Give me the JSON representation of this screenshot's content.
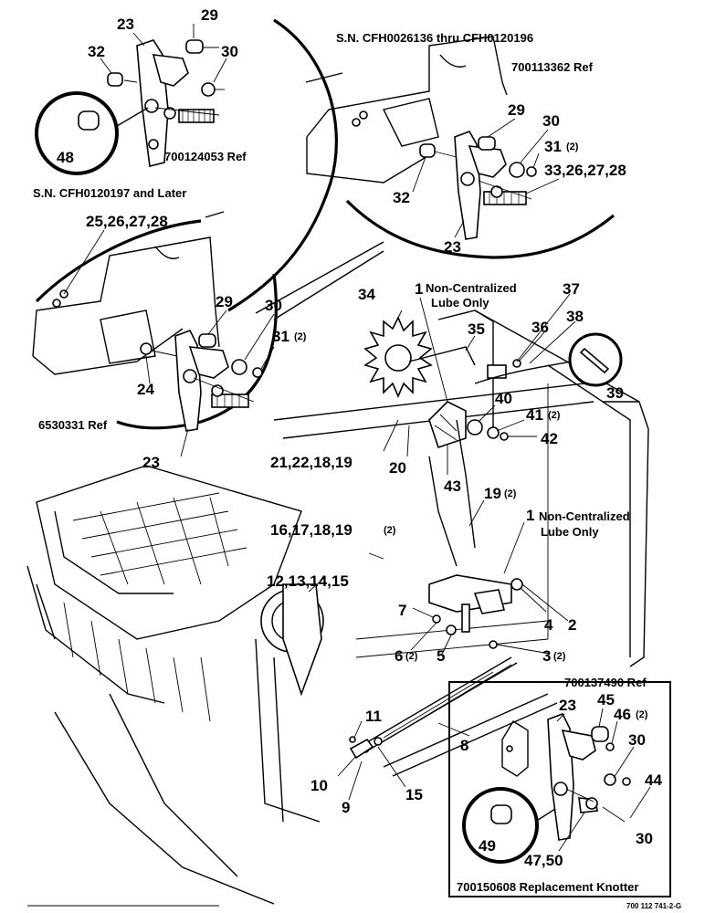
{
  "figure_id": "700 112 741-2-G",
  "notes": {
    "sn_range_top": "S.N. CFH0026136 thru CFH0120196",
    "sn_later": "S.N. CFH0120197 and Later",
    "ref_700113362": "700113362 Ref",
    "ref_700124053": "700124053 Ref",
    "ref_6530331": "6530331 Ref",
    "ref_700137490": "700137490 Ref",
    "replacement_knotter": "700150608 Replacement Knotter",
    "non_centralized_1a": "Non-Centralized",
    "non_centralized_1b": "Lube Only",
    "non_centralized_2a": "Non-Centralized",
    "non_centralized_2b": "Lube Only"
  },
  "callouts": {
    "c23_top": "23",
    "c29_top": "29",
    "c32_top": "32",
    "c30_top": "30",
    "c48": "48",
    "c29_r": "29",
    "c30_r": "30",
    "c31_r": "31",
    "c31_r_q": "(2)",
    "c33group": "33,26,27,28",
    "c32_r": "32",
    "c23_r": "23",
    "c25group": "25,26,27,28",
    "c29_l": "29",
    "c30_l": "30",
    "c31_l": "31",
    "c31_l_q": "(2)",
    "c24": "24",
    "c23_l": "23",
    "c34": "34",
    "c1_a": "1",
    "c35": "35",
    "c36": "36",
    "c37": "37",
    "c38": "38",
    "c39": "39",
    "c40": "40",
    "c41": "41",
    "c41_q": "(2)",
    "c42": "42",
    "c21group": "21,22,18,19",
    "c20": "20",
    "c43": "43",
    "c19": "19",
    "c19_q": "(2)",
    "c1_b": "1",
    "c16group": "16,17,18,19",
    "c16group_q": "(2)",
    "c12group": "12,13,14,15",
    "c7": "7",
    "c4": "4",
    "c2": "2",
    "c6": "6",
    "c6_q": "(2)",
    "c5": "5",
    "c3": "3",
    "c3_q": "(2)",
    "c11": "11",
    "c8": "8",
    "c10": "10",
    "c9": "9",
    "c15": "15",
    "c23_k": "23",
    "c45": "45",
    "c46": "46",
    "c46_q": "(2)",
    "c30_k1": "30",
    "c44": "44",
    "c49": "49",
    "c47group": "47,50",
    "c30_k2": "30"
  }
}
